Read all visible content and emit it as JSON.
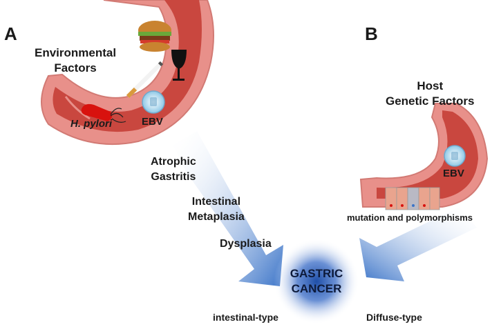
{
  "panels": {
    "a": "A",
    "b": "B"
  },
  "left_stomach": {
    "environmental": [
      "Environmental",
      "Factors"
    ],
    "h_pylori": "H. pylori",
    "ebv": "EBV"
  },
  "right_stomach": {
    "host": [
      "Host",
      "Genetic Factors"
    ],
    "ebv": "EBV",
    "mutation": "mutation and polymorphisms"
  },
  "progression": {
    "atrophic": [
      "Atrophic",
      "Gastritis"
    ],
    "intestinal": [
      "Intestinal",
      "Metaplasia"
    ],
    "dysplasia": "Dysplasia"
  },
  "center": [
    "GASTRIC",
    "CANCER"
  ],
  "types": {
    "intestinal": "intestinal-type",
    "diffuse": "Diffuse-type"
  },
  "colors": {
    "stomach_outer": "#e8908a",
    "stomach_inner": "#c9473f",
    "arrow": "#5b8fd6",
    "cancer_glow": "#2f5fb8",
    "bacterium": "#d8120e",
    "ebv_virus": "#8ec8e6"
  }
}
